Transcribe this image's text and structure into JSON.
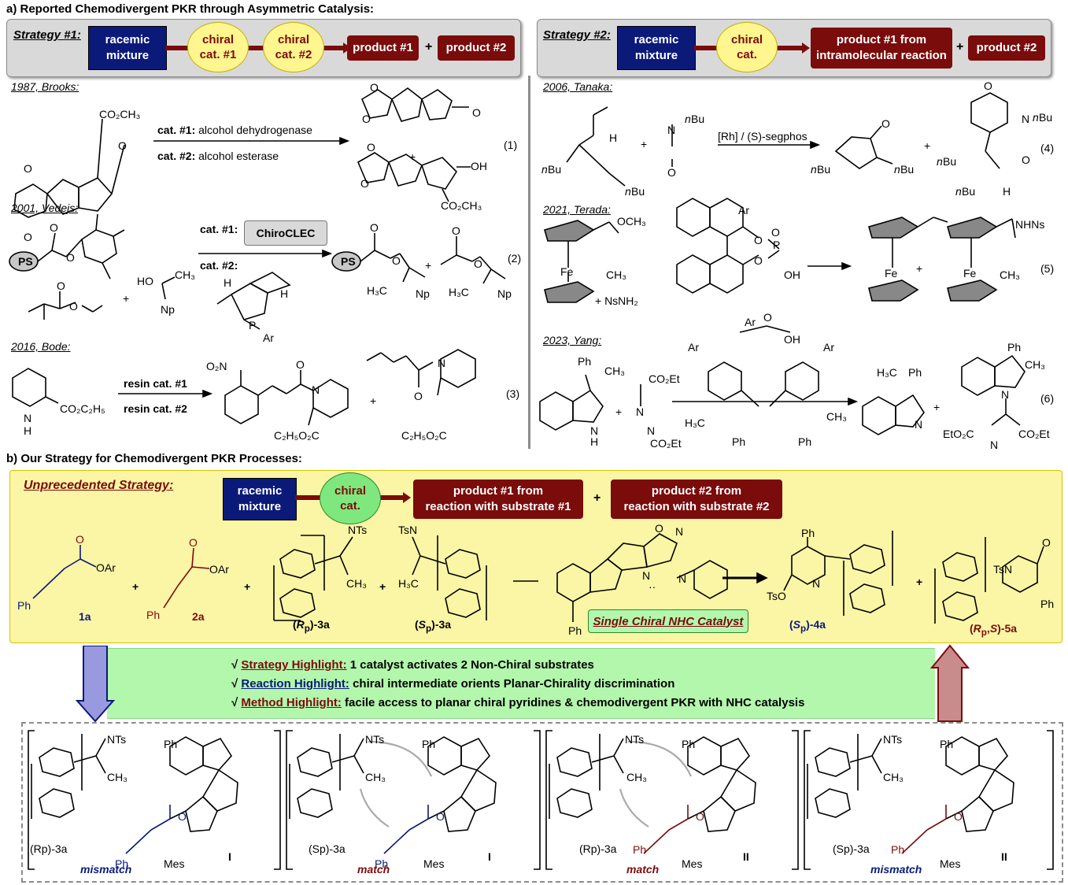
{
  "section_a": {
    "title": "a) Reported Chemodivergent PKR through Asymmetric Catalysis:",
    "strategy1": {
      "label": "Strategy #1:",
      "racemic": [
        "racemic",
        "mixture"
      ],
      "cat1": [
        "chiral",
        "cat. #1"
      ],
      "cat2": [
        "chiral",
        "cat. #2"
      ],
      "product1": "product #1",
      "plus": "+",
      "product2": "product #2"
    },
    "strategy2": {
      "label": "Strategy #2:",
      "racemic": [
        "racemic",
        "mixture"
      ],
      "cat": [
        "chiral",
        "cat."
      ],
      "product1": [
        "product #1 from",
        "intramolecular reaction"
      ],
      "plus": "+",
      "product2": "product #2"
    },
    "refs": {
      "brooks": "1987, Brooks:",
      "vedejs": "2001, Vedejs:",
      "bode": "2016, Bode:",
      "tanaka": "2006, Tanaka:",
      "terada": "2021, Terada:",
      "yang": "2023, Yang:"
    },
    "eq1": {
      "cat1_label": "cat. #1:",
      "cat1_text": "alcohol dehydrogenase",
      "cat2_label": "cat. #2:",
      "cat2_text": "alcohol esterase",
      "number": "(1)"
    },
    "eq2": {
      "cat1_label": "cat. #1:",
      "cat1_box": "ChiroCLEC",
      "cat2_label": "cat. #2:",
      "ps": "PS",
      "number": "(2)"
    },
    "eq3": {
      "cat1": "resin cat. #1",
      "cat2": "resin cat. #2",
      "number": "(3)"
    },
    "eq4": {
      "conditions": "[Rh] / (S)-segphos",
      "number": "(4)"
    },
    "eq5": {
      "reagent": "+ NsNH₂",
      "number": "(5)"
    },
    "eq6": {
      "number": "(6)"
    }
  },
  "section_b": {
    "title": "b) Our Strategy for Chemodivergent PKR Processes:",
    "strategy_label": "Unprecedented Strategy:",
    "racemic": [
      "racemic",
      "mixture"
    ],
    "cat": [
      "chiral",
      "cat."
    ],
    "product1": [
      "product #1 from",
      "reaction with substrate #1"
    ],
    "plus": "+",
    "product2": [
      "product #2 from",
      "reaction with substrate #2"
    ],
    "compounds": {
      "c1a": "1a",
      "c2a": "2a",
      "r3a": "-3a",
      "s3a": "-3a",
      "s4a": "-4a",
      "rs5a": "-5a",
      "catalyst_label": "Single Chiral NHC Catalyst"
    },
    "highlights": [
      {
        "check": "√",
        "title": "Strategy Highlight:",
        "text": "1 catalyst activates 2 Non-Chiral substrates"
      },
      {
        "check": "√",
        "title": "Reaction Highlight:",
        "text": "chiral intermediate orients Planar-Chirality discrimination"
      },
      {
        "check": "√",
        "title": "Method Highlight:",
        "text": "facile access to planar chiral pyridines & chemodivergent PKR with NHC catalysis"
      }
    ],
    "panels": [
      {
        "sub": "(Rp)-3a",
        "int": "I",
        "caption": "mismatch",
        "caption_color": "#0b1a78"
      },
      {
        "sub": "(Sp)-3a",
        "int": "I",
        "caption": "match",
        "caption_color": "#7a0c0c"
      },
      {
        "sub": "(Rp)-3a",
        "int": "II",
        "caption": "match",
        "caption_color": "#7a0c0c"
      },
      {
        "sub": "(Sp)-3a",
        "int": "II",
        "caption": "mismatch",
        "caption_color": "#0b1a78"
      }
    ]
  },
  "colors": {
    "blue_box": "#0b1a78",
    "red_box": "#7a0c0c",
    "yellow_oval": "#fff68f",
    "green_oval": "#7ee87e",
    "panel_gray": "#d9d9d9",
    "yellow_panel": "#fbf5a6",
    "green_band": "#b3f7ad"
  }
}
